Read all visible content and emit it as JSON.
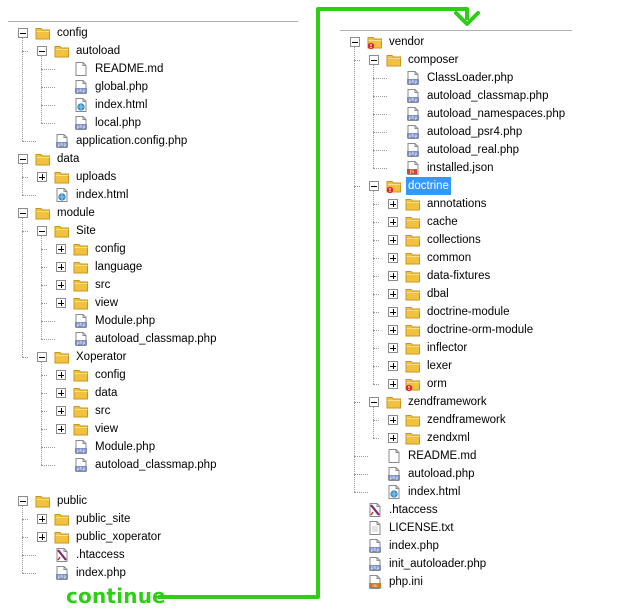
{
  "left_tree": [
    {
      "label": "config",
      "depth": 0,
      "type": "folder",
      "toggle": "minus"
    },
    {
      "label": "autoload",
      "depth": 1,
      "type": "folder",
      "toggle": "minus"
    },
    {
      "label": "README.md",
      "depth": 2,
      "type": "md"
    },
    {
      "label": "global.php",
      "depth": 2,
      "type": "php"
    },
    {
      "label": "index.html",
      "depth": 2,
      "type": "html"
    },
    {
      "label": "local.php",
      "depth": 2,
      "type": "php"
    },
    {
      "label": "application.config.php",
      "depth": 1,
      "type": "php"
    },
    {
      "label": "data",
      "depth": 0,
      "type": "folder",
      "toggle": "minus"
    },
    {
      "label": "uploads",
      "depth": 1,
      "type": "folder",
      "toggle": "plus"
    },
    {
      "label": "index.html",
      "depth": 1,
      "type": "html"
    },
    {
      "label": "module",
      "depth": 0,
      "type": "folder",
      "toggle": "minus"
    },
    {
      "label": "Site",
      "depth": 1,
      "type": "folder",
      "toggle": "minus"
    },
    {
      "label": "config",
      "depth": 2,
      "type": "folder",
      "toggle": "plus"
    },
    {
      "label": "language",
      "depth": 2,
      "type": "folder",
      "toggle": "plus"
    },
    {
      "label": "src",
      "depth": 2,
      "type": "folder",
      "toggle": "plus"
    },
    {
      "label": "view",
      "depth": 2,
      "type": "folder",
      "toggle": "plus"
    },
    {
      "label": "Module.php",
      "depth": 2,
      "type": "php"
    },
    {
      "label": "autoload_classmap.php",
      "depth": 2,
      "type": "php"
    },
    {
      "label": "Xoperator",
      "depth": 1,
      "type": "folder",
      "toggle": "minus"
    },
    {
      "label": "config",
      "depth": 2,
      "type": "folder",
      "toggle": "plus"
    },
    {
      "label": "data",
      "depth": 2,
      "type": "folder",
      "toggle": "plus"
    },
    {
      "label": "src",
      "depth": 2,
      "type": "folder",
      "toggle": "plus"
    },
    {
      "label": "view",
      "depth": 2,
      "type": "folder",
      "toggle": "plus"
    },
    {
      "label": "Module.php",
      "depth": 2,
      "type": "php"
    },
    {
      "label": "autoload_classmap.php",
      "depth": 2,
      "type": "php"
    },
    {
      "label": "public",
      "depth": 0,
      "type": "folder",
      "toggle": "minus",
      "gap": true
    },
    {
      "label": "public_site",
      "depth": 1,
      "type": "folder",
      "toggle": "plus"
    },
    {
      "label": "public_xoperator",
      "depth": 1,
      "type": "folder",
      "toggle": "plus"
    },
    {
      "label": ".htaccess",
      "depth": 1,
      "type": "htaccess"
    },
    {
      "label": "index.php",
      "depth": 1,
      "type": "php"
    }
  ],
  "right_tree": [
    {
      "label": "vendor",
      "depth": 0,
      "type": "folder-err",
      "toggle": "minus"
    },
    {
      "label": "composer",
      "depth": 1,
      "type": "folder",
      "toggle": "minus"
    },
    {
      "label": "ClassLoader.php",
      "depth": 2,
      "type": "php"
    },
    {
      "label": "autoload_classmap.php",
      "depth": 2,
      "type": "php"
    },
    {
      "label": "autoload_namespaces.php",
      "depth": 2,
      "type": "php"
    },
    {
      "label": "autoload_psr4.php",
      "depth": 2,
      "type": "php"
    },
    {
      "label": "autoload_real.php",
      "depth": 2,
      "type": "php"
    },
    {
      "label": "installed.json",
      "depth": 2,
      "type": "json"
    },
    {
      "label": "doctrine",
      "depth": 1,
      "type": "folder-err",
      "toggle": "minus",
      "selected": true
    },
    {
      "label": "annotations",
      "depth": 2,
      "type": "folder",
      "toggle": "plus"
    },
    {
      "label": "cache",
      "depth": 2,
      "type": "folder",
      "toggle": "plus"
    },
    {
      "label": "collections",
      "depth": 2,
      "type": "folder",
      "toggle": "plus"
    },
    {
      "label": "common",
      "depth": 2,
      "type": "folder",
      "toggle": "plus"
    },
    {
      "label": "data-fixtures",
      "depth": 2,
      "type": "folder",
      "toggle": "plus"
    },
    {
      "label": "dbal",
      "depth": 2,
      "type": "folder",
      "toggle": "plus"
    },
    {
      "label": "doctrine-module",
      "depth": 2,
      "type": "folder",
      "toggle": "plus"
    },
    {
      "label": "doctrine-orm-module",
      "depth": 2,
      "type": "folder",
      "toggle": "plus"
    },
    {
      "label": "inflector",
      "depth": 2,
      "type": "folder",
      "toggle": "plus"
    },
    {
      "label": "lexer",
      "depth": 2,
      "type": "folder",
      "toggle": "plus"
    },
    {
      "label": "orm",
      "depth": 2,
      "type": "folder-err",
      "toggle": "plus"
    },
    {
      "label": "zendframework",
      "depth": 1,
      "type": "folder",
      "toggle": "minus"
    },
    {
      "label": "zendframework",
      "depth": 2,
      "type": "folder",
      "toggle": "plus"
    },
    {
      "label": "zendxml",
      "depth": 2,
      "type": "folder",
      "toggle": "plus"
    },
    {
      "label": "README.md",
      "depth": 1,
      "type": "md"
    },
    {
      "label": "autoload.php",
      "depth": 1,
      "type": "php"
    },
    {
      "label": "index.html",
      "depth": 1,
      "type": "html"
    },
    {
      "label": ".htaccess",
      "depth": 0,
      "type": "htaccess"
    },
    {
      "label": "LICENSE.txt",
      "depth": 0,
      "type": "txt"
    },
    {
      "label": "index.php",
      "depth": 0,
      "type": "php"
    },
    {
      "label": "init_autoloader.php",
      "depth": 0,
      "type": "php"
    },
    {
      "label": "php.ini",
      "depth": 0,
      "type": "ini"
    }
  ],
  "annotation": {
    "continue_label": "continue",
    "arrow_color": "#2fcd16"
  },
  "colors": {
    "folder": "#f3c140",
    "folder_edge": "#c8961e",
    "php": "#7a8cc2",
    "error": "#e02222",
    "selected": "#3399ff"
  }
}
